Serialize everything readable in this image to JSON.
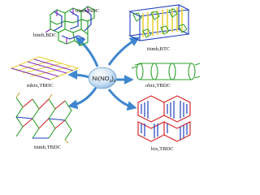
{
  "center": {
    "label": "Ni(NO",
    "sub": "3",
    "close": ")",
    "sub2": "2",
    "color": "#cfe3f5"
  },
  "arrow_color": "#3f86cf",
  "structures": [
    {
      "name": "titmb-bdc",
      "label": "titmb,BDC"
    },
    {
      "name": "bimb-bdc",
      "label": "bimb,BDC"
    },
    {
      "name": "titmb-btc",
      "label": "titmb,BTC"
    },
    {
      "name": "mbix-tbdc",
      "label": "mbix,TBDC"
    },
    {
      "name": "obix-tbdc",
      "label": "obix,TBDC"
    },
    {
      "name": "titmb-tbdc",
      "label": "titmb,TBDC"
    },
    {
      "name": "bix-tbdc",
      "label": "bix,TBDC"
    }
  ],
  "colors": {
    "green": "#2ca02c",
    "blue": "#1f3fbf",
    "purple": "#8b2fbf",
    "yellow": "#e8d23a",
    "red": "#d62728",
    "tan": "#c8a23a"
  }
}
